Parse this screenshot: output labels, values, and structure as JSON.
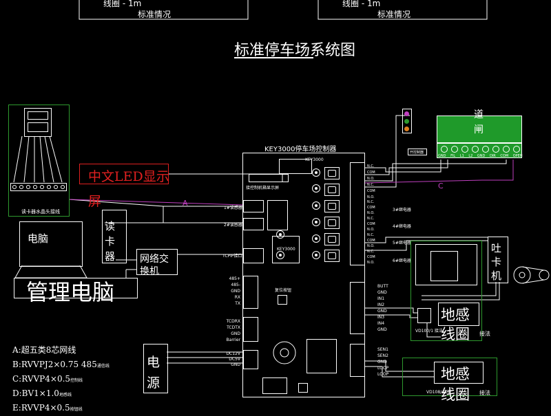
{
  "top_cards": [
    {
      "line": "线圈   -      1m",
      "status": "标准情况"
    },
    {
      "line": "线圈   -      1m",
      "status": "标准情况"
    }
  ],
  "title": "标准停车场系统图",
  "controller": {
    "title": "KEY3000停车场控制器",
    "chip_label": "KEY3000",
    "chip_top": "KEY3000",
    "display_port": "接控制机箱显示屏",
    "reader1": "1#读感器",
    "reader2": "2#读感器",
    "tcpip": "TCPIP接口",
    "comm_terms": [
      "485+",
      "485-",
      "GND",
      "RX",
      "TX"
    ],
    "cd_terms": [
      "TCDRX",
      "TCDTX",
      "GND",
      "Barrier"
    ],
    "power_terms": [
      "DC12V",
      "DC5V",
      "GND"
    ],
    "reset": "复位按钮",
    "relay_groups": [
      "3#继电器",
      "4#继电器",
      "5#继电器",
      "6#继电器"
    ],
    "relay_pins_top": [
      "N.C.",
      "COM",
      "N.O.",
      "N.C.",
      "COM",
      "N.O."
    ],
    "relay_pins_bottom": [
      "N.C.",
      "COM",
      "N.O.",
      "N.C.",
      "COM",
      "N.O.",
      "N.C.",
      "COM",
      "N.O.",
      "N.C.",
      "COM",
      "N.O."
    ],
    "input_terms": [
      "BUTT",
      "GND",
      "IN1",
      "IN2",
      "GND",
      "IN3",
      "IN4",
      "GND"
    ],
    "sensor_terms": [
      "SEN1",
      "SEN2",
      "GND",
      "LOOP",
      "LOOP"
    ]
  },
  "reader_crystal": "读卡器水晶头接线",
  "led": {
    "line1": "中文LED显示",
    "line2": "屏"
  },
  "reader": {
    "line1": "读",
    "line2": "卡",
    "line3": "器"
  },
  "pc": "电脑",
  "switch": {
    "line1": "网络交",
    "line2": "换机"
  },
  "mgmt_pc": "管理电脑",
  "power": {
    "line1": "电",
    "line2": "源"
  },
  "barrier": {
    "line1": "道",
    "line2": "闸",
    "pins": [
      "GND",
      "FIL",
      "L1",
      "L2",
      "GND",
      "DIR",
      "COM",
      "OPEN"
    ],
    "ctrl": "开控制器"
  },
  "dispenser": {
    "line1": "吐",
    "line2": "卡",
    "line3": "机"
  },
  "loop1": {
    "line1": "地感",
    "line2": "线圈",
    "caption": "VD100/1    接法",
    "extra": "接法"
  },
  "loop2": {
    "line1": "地感",
    "line2": "线圈",
    "caption": "VD108/    接法",
    "extra": "接法"
  },
  "wire_labels": {
    "a": "A",
    "c": "C"
  },
  "legend": [
    {
      "code": "A:",
      "text": "超五类8芯网线",
      "note": ""
    },
    {
      "code": "B:",
      "text": "RVVPJ2×0.75 485",
      "note": "通信线"
    },
    {
      "code": "C:",
      "text": "RVVP4×0.5",
      "note": "控制线"
    },
    {
      "code": "D:",
      "text": "BV1×1.0",
      "note": "地感线"
    },
    {
      "code": "E:",
      "text": "RVVP4×0.5",
      "note": "按钮线"
    }
  ],
  "colors": {
    "line_white": "#ffffff",
    "green_box": "#2e9a2e",
    "red_text": "#e02020",
    "magenta": "#c040c0",
    "barrier_fill": "#1f9a2a"
  }
}
